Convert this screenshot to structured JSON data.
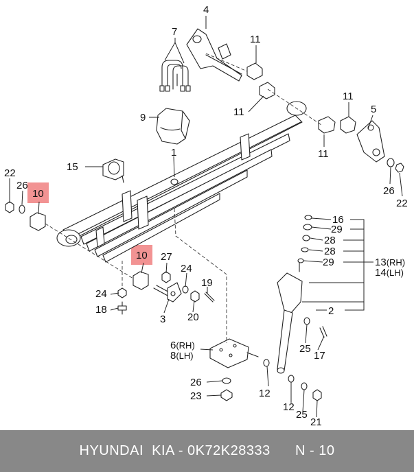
{
  "callouts": {
    "c1": "1",
    "c2": "2",
    "c3": "3",
    "c4": "4",
    "c5": "5",
    "c6": "6",
    "c6_side": "(RH)",
    "c7": "7",
    "c8": "8",
    "c8_side": "(LH)",
    "c9": "9",
    "c10a": "10",
    "c10b": "10",
    "c11a": "11",
    "c11b": "11",
    "c11c": "11",
    "c11d": "11",
    "c12a": "12",
    "c12b": "12",
    "c13": "13",
    "c13_side": "(RH)",
    "c14": "14",
    "c14_side": "(LH)",
    "c15": "15",
    "c16": "16",
    "c17": "17",
    "c18": "18",
    "c19": "19",
    "c20": "20",
    "c21": "21",
    "c22a": "22",
    "c22b": "22",
    "c23": "23",
    "c24a": "24",
    "c24b": "24",
    "c25a": "25",
    "c25b": "25",
    "c26a": "26",
    "c26b": "26",
    "c26c": "26",
    "c27": "27",
    "c28a": "28",
    "c28b": "28",
    "c29a": "29",
    "c29b": "29"
  },
  "highlight_color": "#f08080",
  "footer": {
    "text": "HYUNDAI  KIA - 0K72K28333      N - 10",
    "background": "#888888"
  }
}
